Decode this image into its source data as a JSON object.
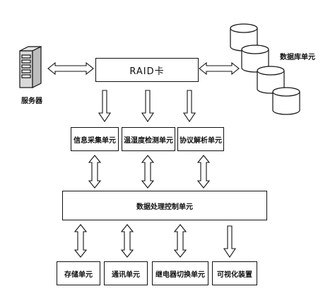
{
  "labels": {
    "server": "服务器",
    "raid": "RAID卡",
    "database": "数据库单元",
    "info_collect": "信息采集单元",
    "temp_humidity": "温湿度检测单元",
    "protocol_parse": "协议解析单元",
    "data_processing": "数据处理控制单元",
    "storage": "存储单元",
    "communication": "通讯单元",
    "relay_switch": "继电器切换单元",
    "visualization": "可视化装置"
  },
  "colors": {
    "line": "#111111",
    "fill": "#ffffff",
    "server_fill": "#d9d9d9"
  }
}
